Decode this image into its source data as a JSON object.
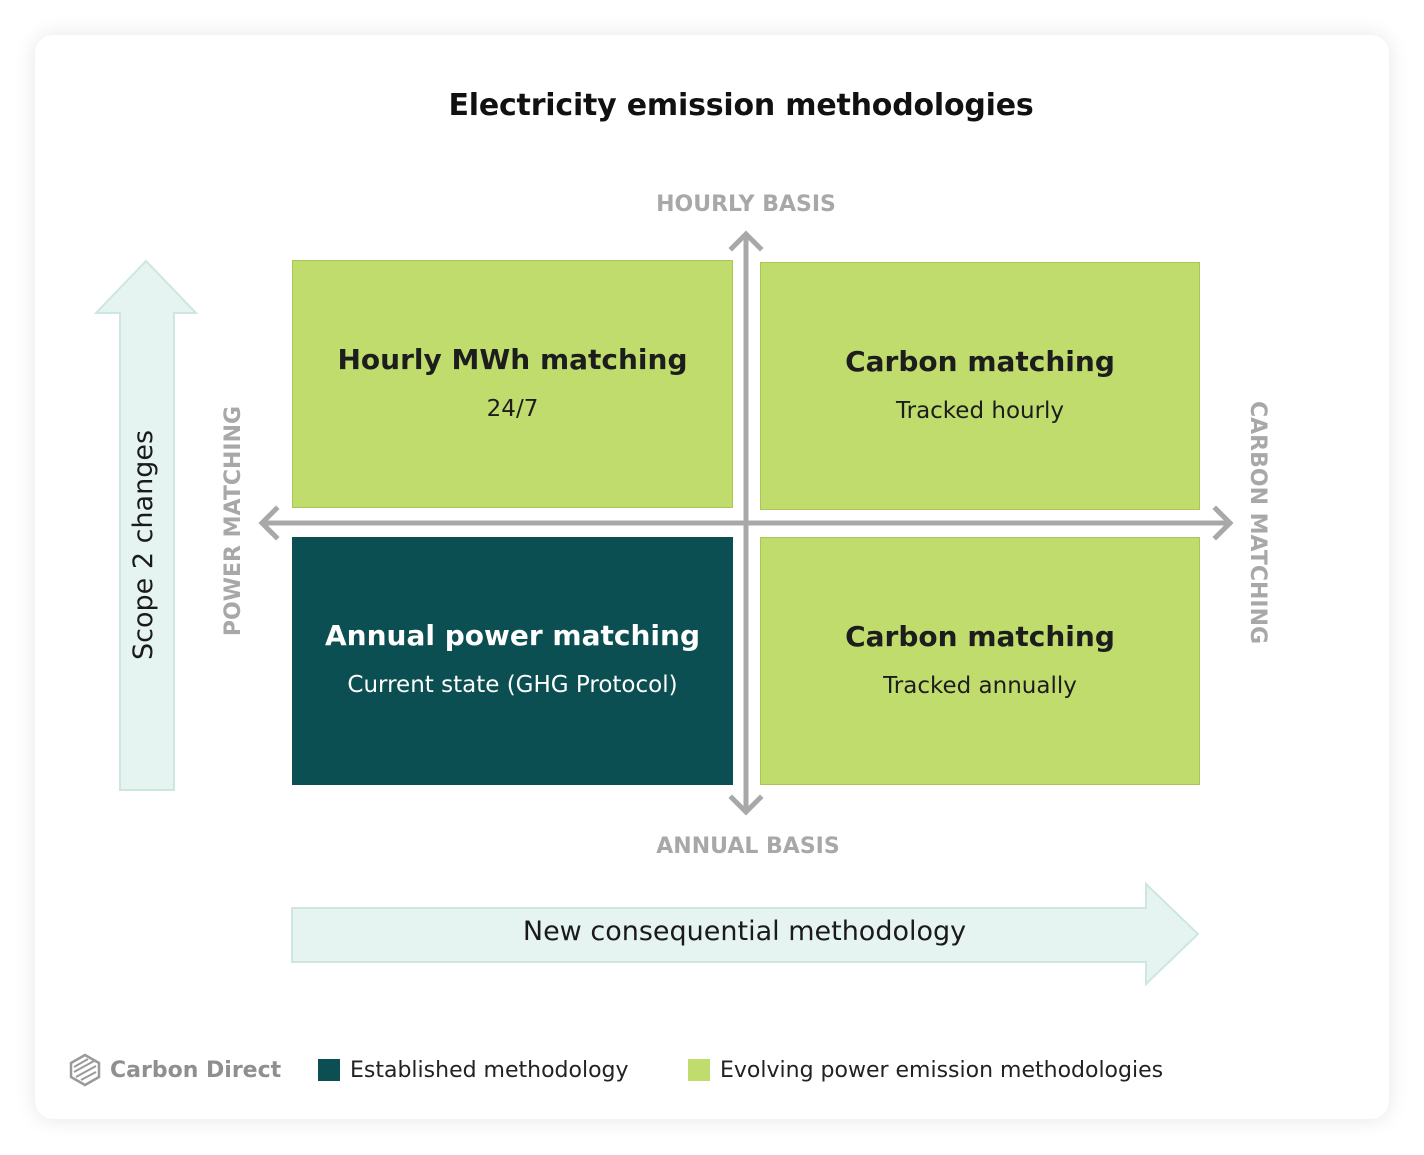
{
  "title": "Electricity emission methodologies",
  "axes": {
    "top": "HOURLY BASIS",
    "bottom": "ANNUAL BASIS",
    "left": "POWER MATCHING",
    "right": "CARBON MATCHING"
  },
  "quadrants": [
    {
      "title": "Hourly MWh matching",
      "subtitle": "24/7",
      "category": "evolving"
    },
    {
      "title": "Carbon matching",
      "subtitle": "Tracked hourly",
      "category": "evolving"
    },
    {
      "title": "Annual power matching",
      "subtitle": "Current state (GHG Protocol)",
      "category": "established"
    },
    {
      "title": "Carbon matching",
      "subtitle": "Tracked annually",
      "category": "evolving"
    }
  ],
  "arrows": {
    "vertical": "Scope 2 changes",
    "horizontal": "New consequential methodology"
  },
  "legend": {
    "brand": "Carbon Direct",
    "established": "Established methodology",
    "evolving": "Evolving power emission methodologies"
  },
  "colors": {
    "established": "#0b4f52",
    "evolving": "#c0dc6c",
    "arrow_fill": "#e6f4f1",
    "axis": "#a8a8a8"
  }
}
